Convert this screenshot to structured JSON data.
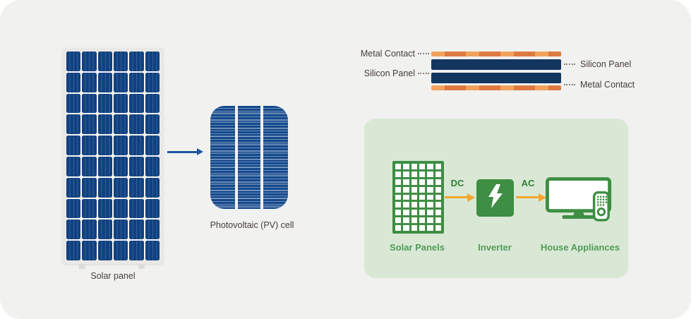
{
  "colors": {
    "background": "#f1f1f0",
    "frame_gray": "#e8e8e7",
    "cell_navy": "#11417f",
    "cell_stripe": "#2f5f9d",
    "pv_navy": "#15498c",
    "arrow_blue": "#1d55a0",
    "layer_navy": "#133660",
    "metal_light": "#f1a35c",
    "metal_dark": "#dd7a41",
    "text_dark": "#453d35",
    "green_bg": "#d9e8d4",
    "green": "#3e8e43",
    "green_text": "#519c5a",
    "dc_ac_text": "#2e7d35",
    "arrow_orange": "#f4a62f"
  },
  "left_section": {
    "solar_panel": {
      "label": "Solar panel",
      "grid_cols": 6,
      "grid_rows": 10
    },
    "pv_cell": {
      "label": "Photovoltaic (PV) cell"
    }
  },
  "layers_section": {
    "layers": [
      {
        "name": "metal-contact-top",
        "label": "Metal Contact",
        "label_side": "left"
      },
      {
        "name": "silicon-panel-upper",
        "label": "Silicon Panel",
        "label_side": "right"
      },
      {
        "name": "silicon-panel-lower",
        "label": "Silicon Panel",
        "label_side": "left"
      },
      {
        "name": "metal-contact-bottom",
        "label": "Metal Contact",
        "label_side": "right"
      }
    ]
  },
  "flow_section": {
    "solar_panels": {
      "label": "Solar Panels",
      "grid_cols": 6,
      "grid_rows": 9
    },
    "inverter": {
      "label": "Inverter",
      "icon": "lightning-bolt-icon"
    },
    "house_appliances": {
      "label": "House Appliances",
      "icon": "tv-with-remote-icon"
    },
    "dc_label": "DC",
    "ac_label": "AC"
  }
}
